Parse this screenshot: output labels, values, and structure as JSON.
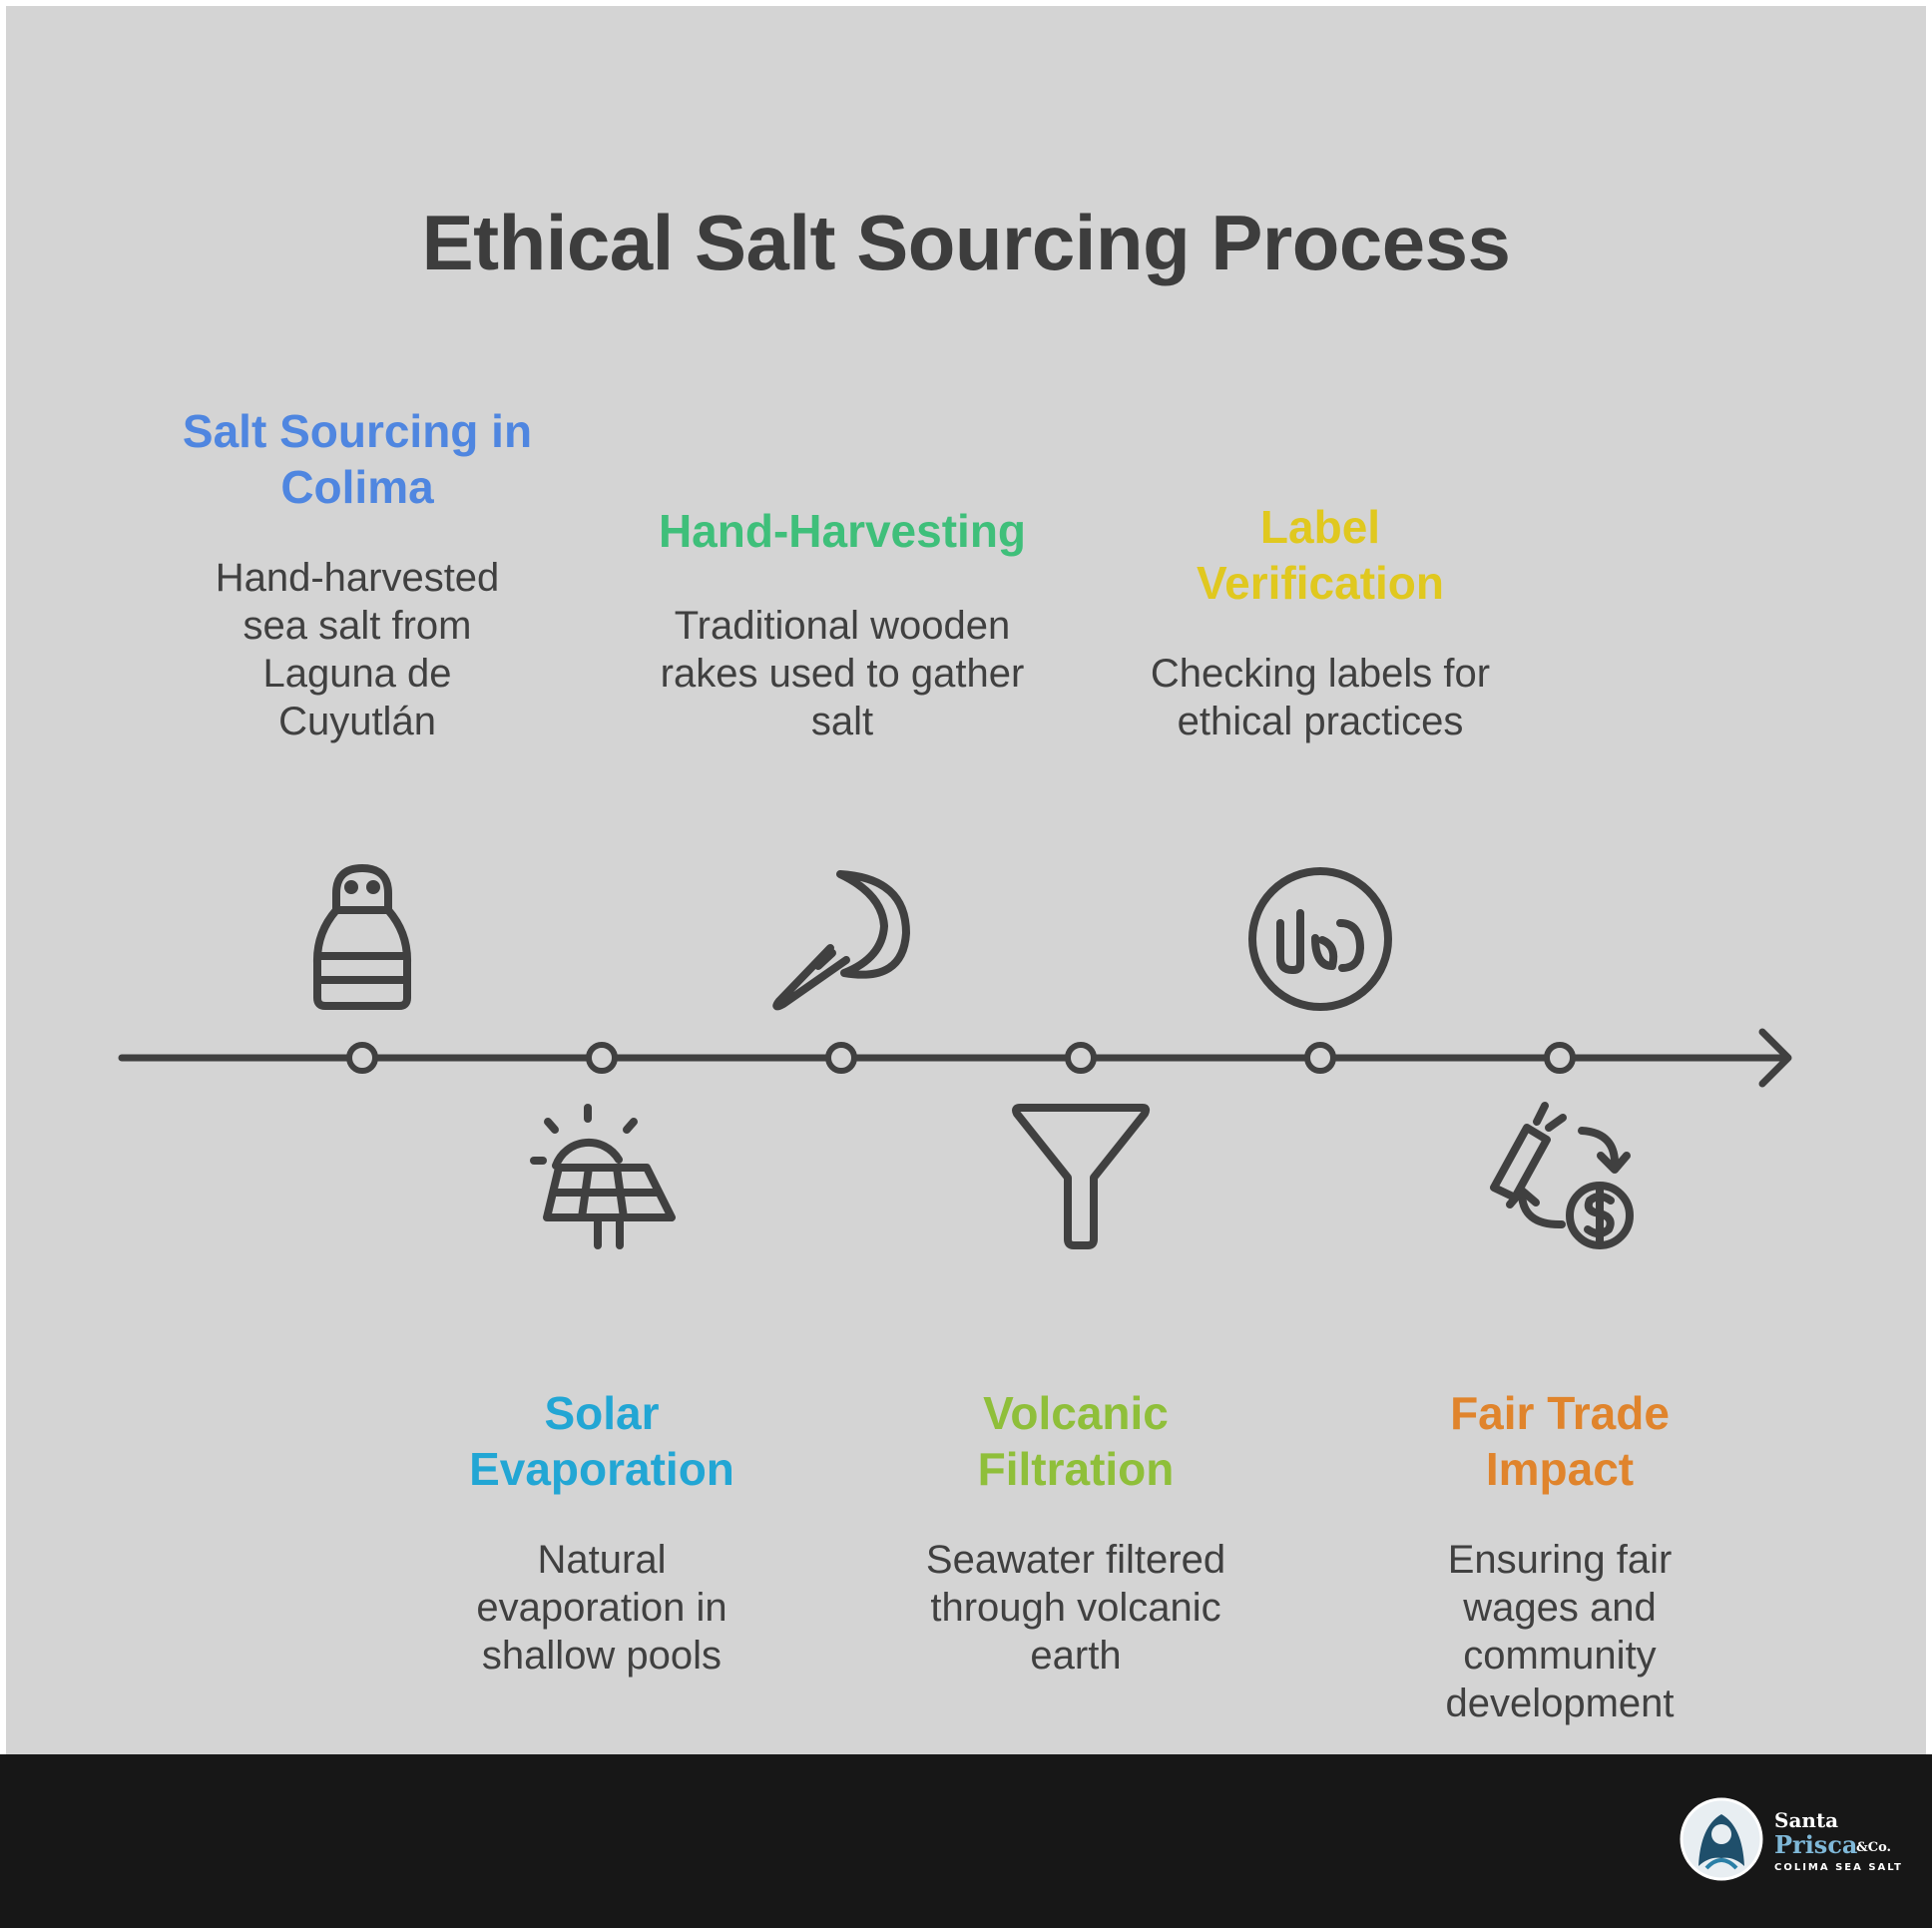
{
  "title": "Ethical Salt Sourcing Process",
  "steps": [
    {
      "title": "Salt Sourcing in Colima",
      "description": "Hand-harvested sea salt from Laguna de Cuyutlán",
      "color": "#4f86e0",
      "icon": "salt-shaker-icon",
      "position": "top"
    },
    {
      "title": "Solar Evaporation",
      "description": "Natural evaporation in shallow pools",
      "color": "#22a6d4",
      "icon": "solar-panel-icon",
      "position": "bottom"
    },
    {
      "title": "Hand-Harvesting",
      "description": "Traditional wooden rakes used to gather salt",
      "color": "#3fbf7a",
      "icon": "sickle-icon",
      "position": "top"
    },
    {
      "title": "Volcanic Filtration",
      "description": "Seawater filtered through volcanic earth",
      "color": "#8fbf3a",
      "icon": "funnel-icon",
      "position": "bottom"
    },
    {
      "title": "Label Verification",
      "description": "Checking labels for ethical practices",
      "color": "#e0c81f",
      "icon": "halal-badge-icon",
      "position": "top"
    },
    {
      "title": "Fair Trade Impact",
      "description": "Ensuring fair wages and community development",
      "color": "#e0842c",
      "icon": "fair-trade-exchange-icon",
      "position": "bottom"
    }
  ],
  "logo": {
    "line1": "Santa",
    "line2": "Prisca",
    "suffix": "&Co.",
    "tagline": "COLIMA SEA SALT"
  }
}
